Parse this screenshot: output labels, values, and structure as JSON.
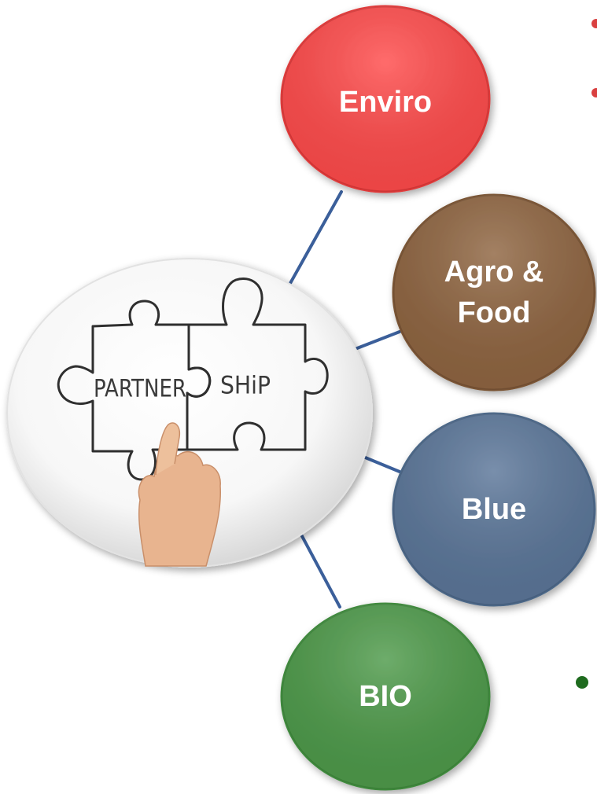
{
  "center": {
    "words": [
      "PARTNER",
      "SHiP"
    ]
  },
  "nodes": [
    {
      "id": "enviro",
      "label_lines": [
        "Enviro"
      ],
      "color": "#ff4b4b",
      "edge": "#e03a3a"
    },
    {
      "id": "agro-food",
      "label_lines": [
        "Agro &",
        "Food"
      ],
      "color": "#8f6541",
      "edge": "#7a5434"
    },
    {
      "id": "blue",
      "label_lines": [
        "Blue"
      ],
      "color": "#5b7699",
      "edge": "#4c6788"
    },
    {
      "id": "bio",
      "label_lines": [
        "BIO"
      ],
      "color": "#4e9a4a",
      "edge": "#3f8a3d"
    }
  ],
  "connector_color": "#3b5f9a",
  "bullets": [
    {
      "color": "#d94040"
    },
    {
      "color": "#d94040"
    },
    {
      "color": "#1f6b1f"
    }
  ]
}
